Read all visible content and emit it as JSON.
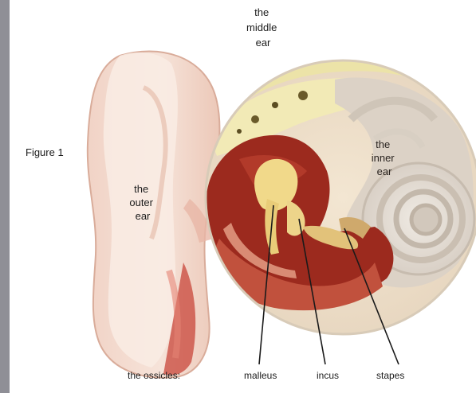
{
  "figure_label": "Figure 1",
  "labels": {
    "middle_ear": [
      "the",
      "middle",
      "ear"
    ],
    "inner_ear": [
      "the",
      "inner",
      "ear"
    ],
    "outer_ear": [
      "the",
      "outer",
      "ear"
    ]
  },
  "ossicles": {
    "title": "the ossicles:",
    "malleus": "malleus",
    "incus": "incus",
    "stapes": "stapes"
  }
}
